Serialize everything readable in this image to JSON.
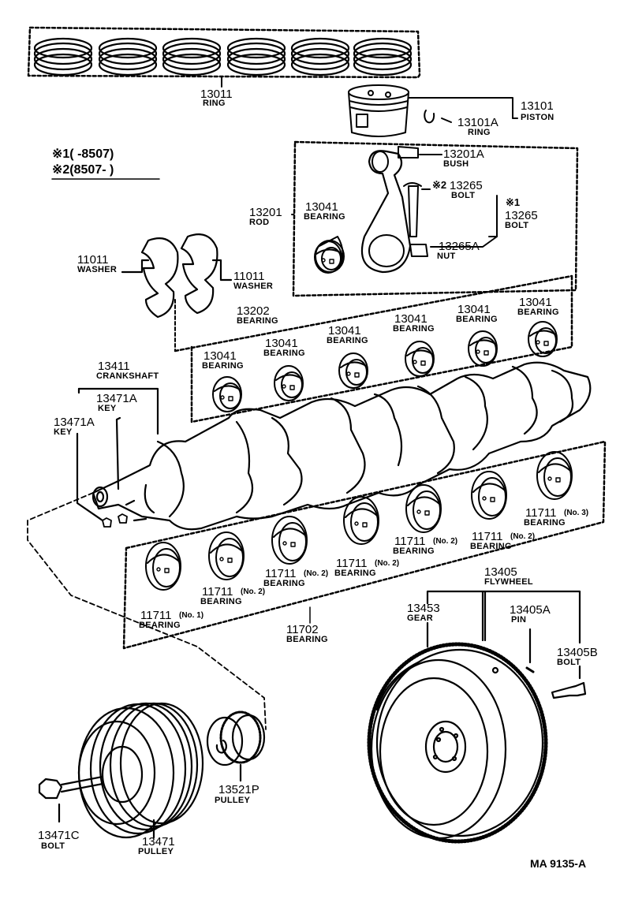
{
  "legend": {
    "note1": "※1(     -8507)",
    "note2": "※2(8507-        )"
  },
  "parts": {
    "ring_set": {
      "number": "13011",
      "name": "RING"
    },
    "piston": {
      "number": "13101",
      "name": "PISTON"
    },
    "piston_ring": {
      "number": "13101A",
      "name": "RING"
    },
    "bush": {
      "number": "13201A",
      "name": "BUSH"
    },
    "rod": {
      "number": "13201",
      "name": "ROD"
    },
    "bolt_2": {
      "mark": "※2",
      "number": "13265",
      "name": "BOLT"
    },
    "bolt_1": {
      "mark": "※1",
      "number": "13265",
      "name": "BOLT"
    },
    "nut": {
      "number": "13265A",
      "name": "NUT"
    },
    "rod_bearing": {
      "number": "13041",
      "name": "BEARING"
    },
    "washer_l": {
      "number": "11011",
      "name": "WASHER"
    },
    "washer_r": {
      "number": "11011",
      "name": "WASHER"
    },
    "bearing_set": {
      "number": "13202",
      "name": "BEARING"
    },
    "crankshaft": {
      "number": "13411",
      "name": "CRANKSHAFT"
    },
    "key_a": {
      "number": "13471A",
      "name": "KEY"
    },
    "key_b": {
      "number": "13471A",
      "name": "KEY"
    },
    "main_bearing_set": {
      "number": "11702",
      "name": "BEARING"
    },
    "flywheel": {
      "number": "13405",
      "name": "FLYWHEEL"
    },
    "gear": {
      "number": "13453",
      "name": "GEAR"
    },
    "pin": {
      "number": "13405A",
      "name": "PIN"
    },
    "fw_bolt": {
      "number": "13405B",
      "name": "BOLT"
    },
    "pulley_small": {
      "number": "13521P",
      "name": "PULLEY"
    },
    "pulley": {
      "number": "13471",
      "name": "PULLEY"
    },
    "pulley_bolt": {
      "number": "13471C",
      "name": "BOLT"
    }
  },
  "rod_bearings": [
    {
      "number": "13041",
      "name": "BEARING"
    },
    {
      "number": "13041",
      "name": "BEARING"
    },
    {
      "number": "13041",
      "name": "BEARING"
    },
    {
      "number": "13041",
      "name": "BEARING"
    },
    {
      "number": "13041",
      "name": "BEARING"
    },
    {
      "number": "13041",
      "name": "BEARING"
    }
  ],
  "main_bearings": [
    {
      "number": "11711",
      "suffix": "(No. 1)",
      "name": "BEARING"
    },
    {
      "number": "11711",
      "suffix": "(No. 2)",
      "name": "BEARING"
    },
    {
      "number": "11711",
      "suffix": "(No. 2)",
      "name": "BEARING"
    },
    {
      "number": "11711",
      "suffix": "(No. 2)",
      "name": "BEARING"
    },
    {
      "number": "11711",
      "suffix": "(No. 2)",
      "name": "BEARING"
    },
    {
      "number": "11711",
      "suffix": "(No. 2)",
      "name": "BEARING"
    },
    {
      "number": "11711",
      "suffix": "(No. 3)",
      "name": "BEARING"
    }
  ],
  "drawing_code": "MA  9135-A"
}
